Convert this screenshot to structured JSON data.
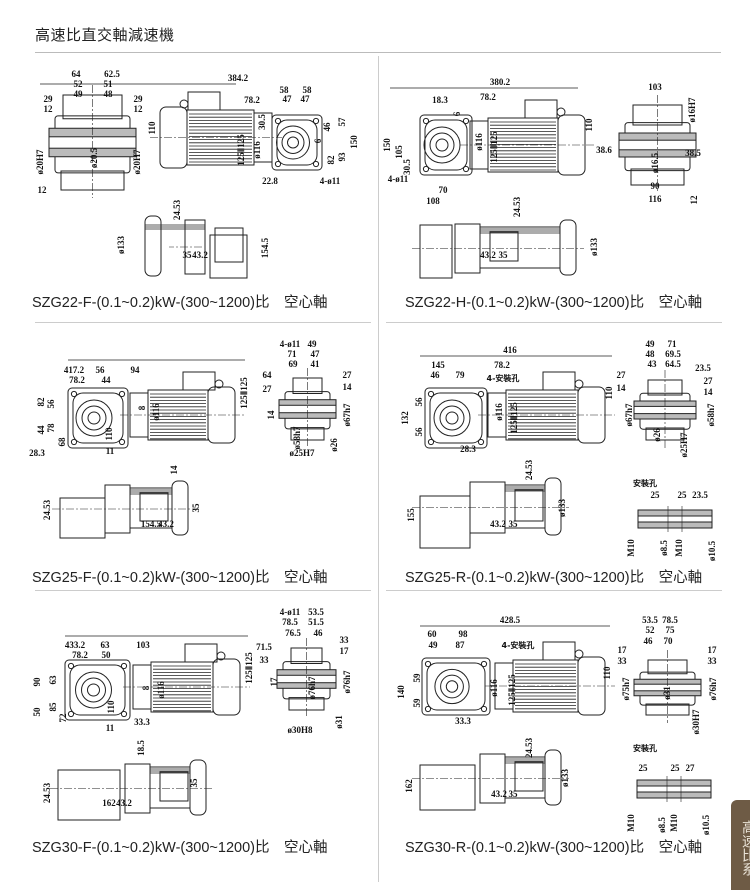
{
  "header": {
    "title": "高速比直交軸減速機"
  },
  "side_tab": {
    "label": "高速比系"
  },
  "colors": {
    "line": "#222222",
    "divider": "#cccccc",
    "tab": "#6e5b45"
  },
  "panels": [
    {
      "caption": "SZG22-F-(0.1~0.2)kW-(300~1200)比　空心軸",
      "dims": [
        "64",
        "62.5",
        "52",
        "51",
        "49",
        "48",
        "29",
        "29",
        "12",
        "12",
        "ø20H7",
        "ø20H7",
        "ø20.5",
        "12",
        "384.2",
        "78.2",
        "30.5",
        "110",
        "ø116",
        "125Ⅱ125",
        "58",
        "58",
        "47",
        "47",
        "46",
        "57",
        "6",
        "82",
        "93",
        "150",
        "22.8",
        "4-ø11",
        "24.53",
        "ø133",
        "35",
        "43.2",
        "154.5"
      ]
    },
    {
      "caption": "SZG22-H-(0.1~0.2)kW-(300~1200)比　空心軸",
      "dims": [
        "380.2",
        "18.3",
        "6",
        "78.2",
        "110",
        "ø116",
        "125Ⅱ125",
        "150",
        "105",
        "30.5",
        "4-ø11",
        "70",
        "108",
        "103",
        "ø16H7",
        "38.6",
        "ø16.5",
        "38.5",
        "90",
        "116",
        "12",
        "24.53",
        "43.2",
        "35",
        "ø133"
      ]
    },
    {
      "caption": "SZG25-F-(0.1~0.2)kW-(300~1200)比　空心軸",
      "dims": [
        "417.2",
        "56",
        "94",
        "78.2",
        "44",
        "82",
        "56",
        "44",
        "78",
        "68",
        "8",
        "ø116",
        "125Ⅱ125",
        "110",
        "11",
        "28.3",
        "4-ø11",
        "49",
        "71",
        "47",
        "69",
        "41",
        "64",
        "27",
        "27",
        "14",
        "14",
        "ø67h7",
        "ø58h7",
        "ø26",
        "ø25H7",
        "14",
        "24.53",
        "154.5",
        "43.2",
        "35",
        "ø133"
      ]
    },
    {
      "caption": "SZG25-R-(0.1~0.2)kW-(300~1200)比　空心軸",
      "dims": [
        "416",
        "145",
        "78.2",
        "46",
        "79",
        "4-安裝孔",
        "56",
        "132",
        "56",
        "ø116",
        "125Ⅱ125",
        "110",
        "28.3",
        "49",
        "71",
        "48",
        "69.5",
        "43",
        "64.5",
        "23.5",
        "27",
        "27",
        "14",
        "14",
        "ø67h7",
        "ø58h7",
        "ø26",
        "ø25H7",
        "24.53",
        "155",
        "43.2",
        "35",
        "ø133",
        "安裝孔",
        "25",
        "25",
        "23.5",
        "M10",
        "ø8.5",
        "M10",
        "ø10.5"
      ]
    },
    {
      "caption": "SZG30-F-(0.1~0.2)kW-(300~1200)比　空心軸",
      "dims": [
        "433.2",
        "63",
        "103",
        "78.2",
        "50",
        "90",
        "63",
        "50",
        "85",
        "72",
        "8",
        "ø116",
        "125Ⅱ125",
        "110",
        "11",
        "33.3",
        "4-ø11",
        "53.5",
        "78.5",
        "51.5",
        "76.5",
        "46",
        "71.5",
        "33",
        "33",
        "17",
        "17",
        "ø76h7",
        "ø76h7",
        "ø31",
        "ø30H8",
        "18.5",
        "24.53",
        "162",
        "43.2",
        "35",
        "ø133"
      ]
    },
    {
      "caption": "SZG30-R-(0.1~0.2)kW-(300~1200)比　空心軸",
      "dims": [
        "428.5",
        "60",
        "98",
        "49",
        "87",
        "4-安裝孔",
        "140",
        "59",
        "59",
        "ø116",
        "125Ⅱ125",
        "110",
        "33.3",
        "53.5",
        "78.5",
        "52",
        "75",
        "46",
        "70",
        "17",
        "17",
        "33",
        "33",
        "ø75h7",
        "ø76h7",
        "ø31",
        "ø30H7",
        "24.53",
        "162",
        "43.2",
        "35",
        "ø133",
        "安裝孔",
        "25",
        "25",
        "27",
        "M10",
        "ø8.5",
        "M10",
        "ø10.5"
      ]
    }
  ]
}
